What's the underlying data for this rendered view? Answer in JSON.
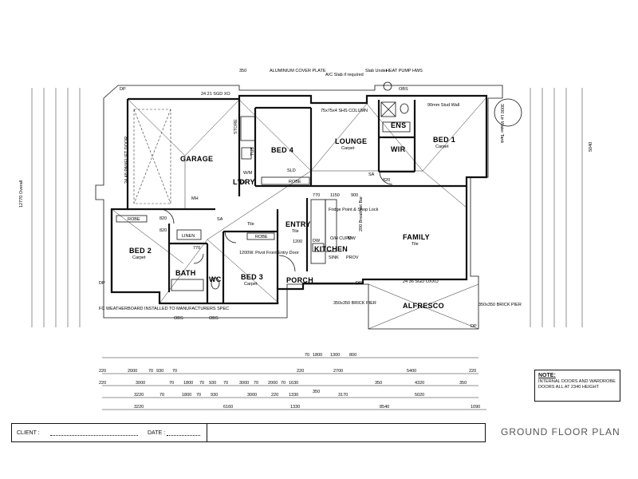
{
  "rooms": {
    "garage": "GARAGE",
    "bed4": "BED 4",
    "lounge": "LOUNGE",
    "lounge_floor": "Carpet",
    "ens": "ENS",
    "bed1": "BED 1",
    "bed1_floor": "Carpet",
    "wir": "WIR",
    "store": "STORE",
    "ldry": "L'DRY",
    "entry": "ENTRY",
    "entry_floor": "Tile",
    "kitchen": "KITCHEN",
    "family": "FAMILY",
    "family_floor": "Tile",
    "bed2": "BED 2",
    "bed2_floor": "Carpet",
    "bath": "BATH",
    "wc": "WC",
    "bed3": "BED 3",
    "bed3_floor": "Carpet",
    "porch": "PORCH",
    "alfresco": "ALFRESCO",
    "linen": "LINEN",
    "robe": "ROBE",
    "sld": "SLD",
    "tile": "Tile",
    "mh": "MH",
    "sa": "SA"
  },
  "notes": {
    "aluminium_cover": "ALUMINIUM COVER PLATE",
    "ac_slab": "A/C Slab if required",
    "slab_under": "Slab Under",
    "heat_pump": "HEAT PUMP HWS",
    "shs_column": "75x75x4 SHS COLUMN",
    "stud_wall": "90mm Stud Wall",
    "fridge": "Fridge Point & Shop Lock",
    "breakfast_bar": "200 Breakfast Bar",
    "pivot_door": "1200W. Pivot Front Entry Door",
    "fc_weatherboard": "FC WEATHERBOARD INSTALLED TO MANUFACTURERS SPEC",
    "brick_pier": "350x350 BRICK PIER",
    "water_tank": "3000 Ltr Water Tank",
    "panelift": "24 48 PANELIFT DOOR",
    "sgd_xo": "24 21 SGD XO",
    "sgd_oxxo": "24 36 SGD OXXO",
    "wm": "W/M",
    "tub": "TUB",
    "mw": "MW",
    "dw": "DW",
    "sink": "SINK",
    "cupd": "O/H CUPD",
    "prov": "PROV",
    "obs": "OBS",
    "dp": "DP"
  },
  "dims": {
    "top_350": "350",
    "gen": [
      "820",
      "820",
      "770",
      "1150",
      "900",
      "1200",
      "820",
      "820",
      "770"
    ],
    "bottom_row1": [
      "220",
      "2000",
      "70",
      "930",
      "70",
      "220",
      "2700",
      "5400",
      "220"
    ],
    "bottom_row2": [
      "220",
      "3000",
      "70",
      "1800",
      "70",
      "930",
      "70",
      "3000",
      "70",
      "2000",
      "70",
      "1630",
      "350",
      "4320",
      "350"
    ],
    "bottom_row3": [
      "3220",
      "70",
      "1800",
      "70",
      "930",
      "3000",
      "220",
      "1330",
      "350",
      "3170",
      "5020"
    ],
    "bottom_row4": [
      "3220",
      "6160",
      "1330",
      "8540",
      "1090"
    ],
    "top_row": [
      "70",
      "1800",
      "1300",
      "800"
    ],
    "left_overall": "12770 Overall",
    "right_overall": "5040"
  },
  "note_box": {
    "title": "NOTE:",
    "text": "INTERNAL DOORS AND WARDROBE DOORS ALL AT 2340 HEIGHT"
  },
  "footer": {
    "client_label": "CLIENT :",
    "date_label": "DATE :",
    "title": "GROUND FLOOR PLAN"
  }
}
